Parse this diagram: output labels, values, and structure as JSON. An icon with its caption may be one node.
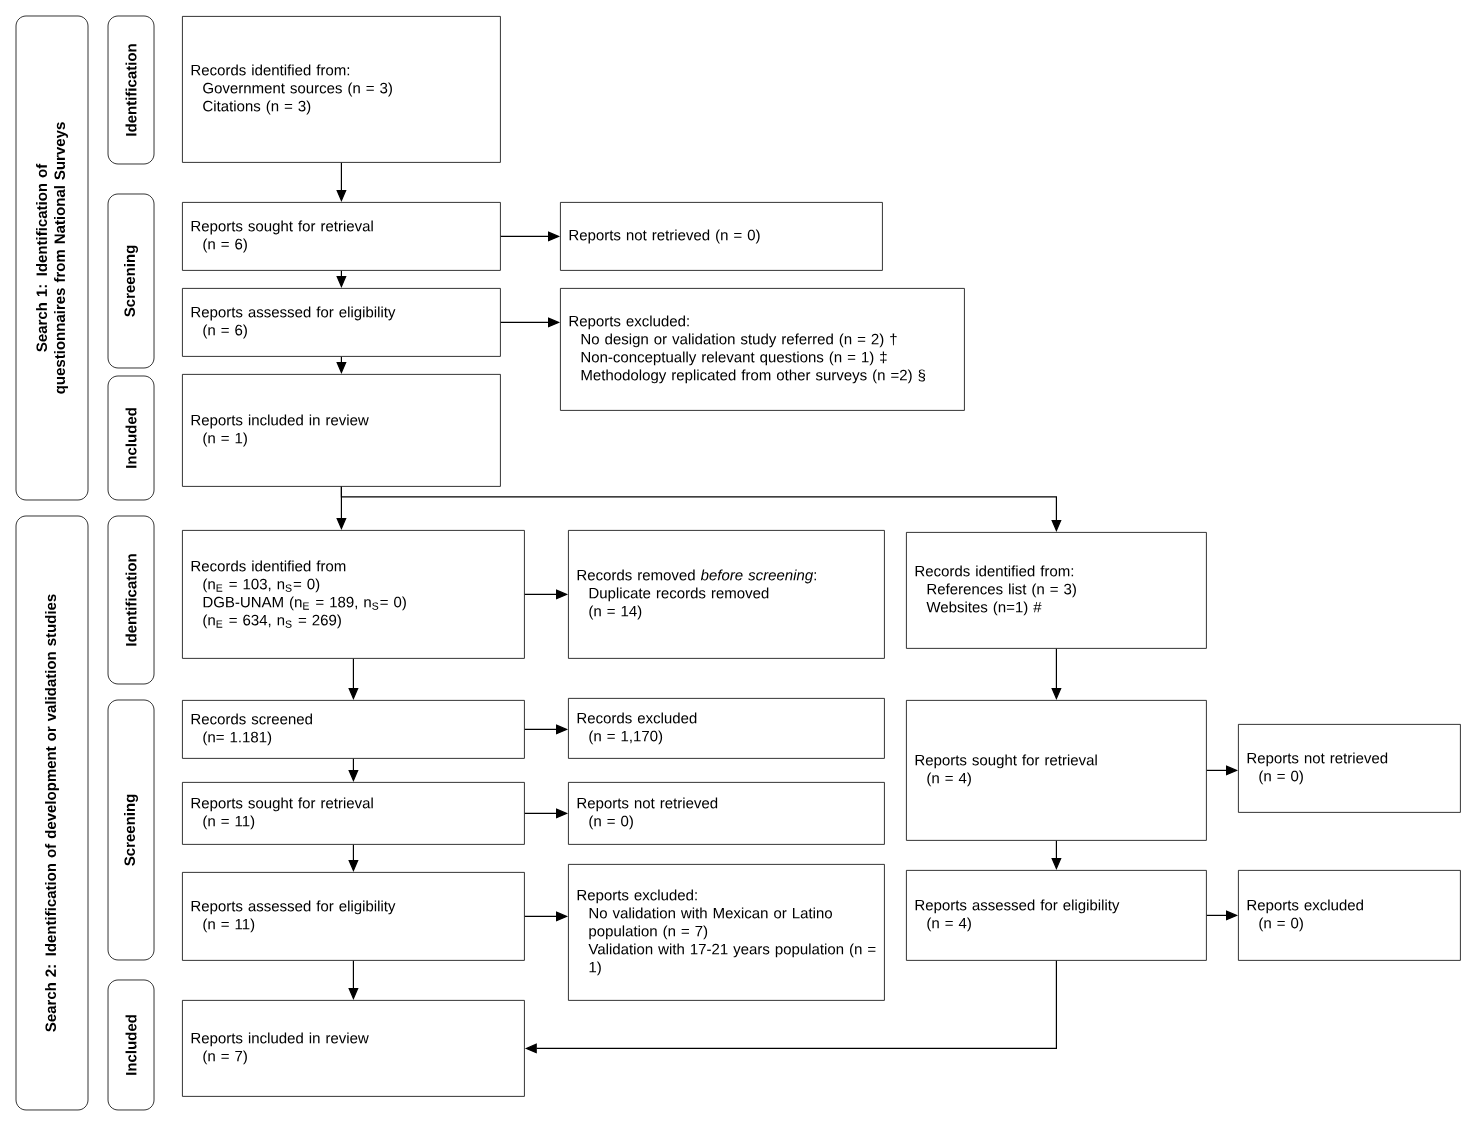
{
  "diagram": {
    "nodes": [
      {
        "text": [
          "Search 1: Identification of questionnaires from National Surveys"
        ]
      },
      {
        "text": [
          "Identification"
        ]
      },
      {
        "text": [
          "Screening"
        ]
      },
      {
        "text": [
          "Included"
        ]
      },
      {
        "text": [
          "Search 2: Identification of development or validation studies"
        ]
      },
      {
        "text": [
          "Identification"
        ]
      },
      {
        "text": [
          "Screening"
        ]
      },
      {
        "text": [
          "Included"
        ]
      },
      {
        "text": [
          "Records identified from:",
          "Government sources (n = 3)",
          "Citations (n = 3)"
        ]
      },
      {
        "text": [
          "Reports sought for retrieval",
          "(n = 6)"
        ]
      },
      {
        "text": [
          "Reports not retrieved (n = 0)"
        ]
      },
      {
        "text": [
          "Reports assessed for eligibility",
          "(n = 6)"
        ]
      },
      {
        "text": [
          "Reports excluded:",
          "No design or validation study referred (n = 2) †",
          "Non-conceptually relevant questions (n = 1) ‡",
          "Methodology replicated from other surveys (n =2) §"
        ]
      },
      {
        "text": [
          "Reports included in review",
          "(n = 1)"
        ]
      },
      {
        "text": [
          "Records identified from",
          "(n$_{E}$ = 103, n$_{S}$= 0)",
          "DGB-UNAM (n$_{E}$ = 189, n$_{S}$= 0)",
          "(n$_{E}$ = 634, n$_{S}$ = 269)"
        ]
      },
      {
        "text": [
          "Records removed *before screening*:",
          "Duplicate records removed",
          "(n = 14)"
        ]
      },
      {
        "text": [
          "Records identified from:",
          "References list (n = 3)",
          "Websites (n=1) #"
        ]
      },
      {
        "text": [
          "Records screened",
          "(n= 1.181)"
        ]
      },
      {
        "text": [
          "Records excluded",
          "(n = 1,170)"
        ]
      },
      {
        "text": [
          "Reports sought for retrieval",
          "(n = 11)"
        ]
      },
      {
        "text": [
          "Reports not retrieved",
          "(n = 0)"
        ]
      },
      {
        "text": [
          "Reports assessed for eligibility",
          "(n = 11)"
        ]
      },
      {
        "text": [
          "Reports excluded:",
          "No validation with Mexican or Latino population (n = 7)",
          "Validation with 17-21 years population (n = 1)"
        ]
      },
      {
        "text": [
          "Reports included in review",
          "(n = 7)"
        ]
      },
      {
        "text": [
          "Reports sought for retrieval",
          "(n = 4)"
        ]
      },
      {
        "text": [
          "Reports not retrieved",
          "(n = 0)"
        ]
      },
      {
        "text": [
          "Reports assessed for eligibility",
          "(n = 4)"
        ]
      },
      {
        "text": [
          "Reports excluded",
          "(n = 0)"
        ]
      }
    ],
    "edges": [
      {
        "from": 8,
        "to": 9,
        "arrow": "to"
      },
      {
        "from": 9,
        "to": 10,
        "arrow": "to"
      },
      {
        "from": 9,
        "to": 11,
        "arrow": "to"
      },
      {
        "from": 11,
        "to": 12,
        "arrow": "to"
      },
      {
        "from": 11,
        "to": 13,
        "arrow": "to"
      },
      {
        "from": 13,
        "to": 14,
        "arrow": "to"
      },
      {
        "from": 13,
        "to": 16,
        "arrow": "to"
      },
      {
        "from": 14,
        "to": 15,
        "arrow": "to"
      },
      {
        "from": 14,
        "to": 17,
        "arrow": "to"
      },
      {
        "from": 17,
        "to": 18,
        "arrow": "to"
      },
      {
        "from": 17,
        "to": 19,
        "arrow": "to"
      },
      {
        "from": 19,
        "to": 20,
        "arrow": "to"
      },
      {
        "from": 19,
        "to": 21,
        "arrow": "to"
      },
      {
        "from": 21,
        "to": 22,
        "arrow": "to"
      },
      {
        "from": 21,
        "to": 23,
        "arrow": "to"
      },
      {
        "from": 16,
        "to": 24,
        "arrow": "to"
      },
      {
        "from": 24,
        "to": 25,
        "arrow": "to"
      },
      {
        "from": 24,
        "to": 26,
        "arrow": "to"
      },
      {
        "from": 26,
        "to": 27,
        "arrow": "to"
      },
      {
        "from": 26,
        "to": 23,
        "arrow": "to"
      }
    ]
  }
}
